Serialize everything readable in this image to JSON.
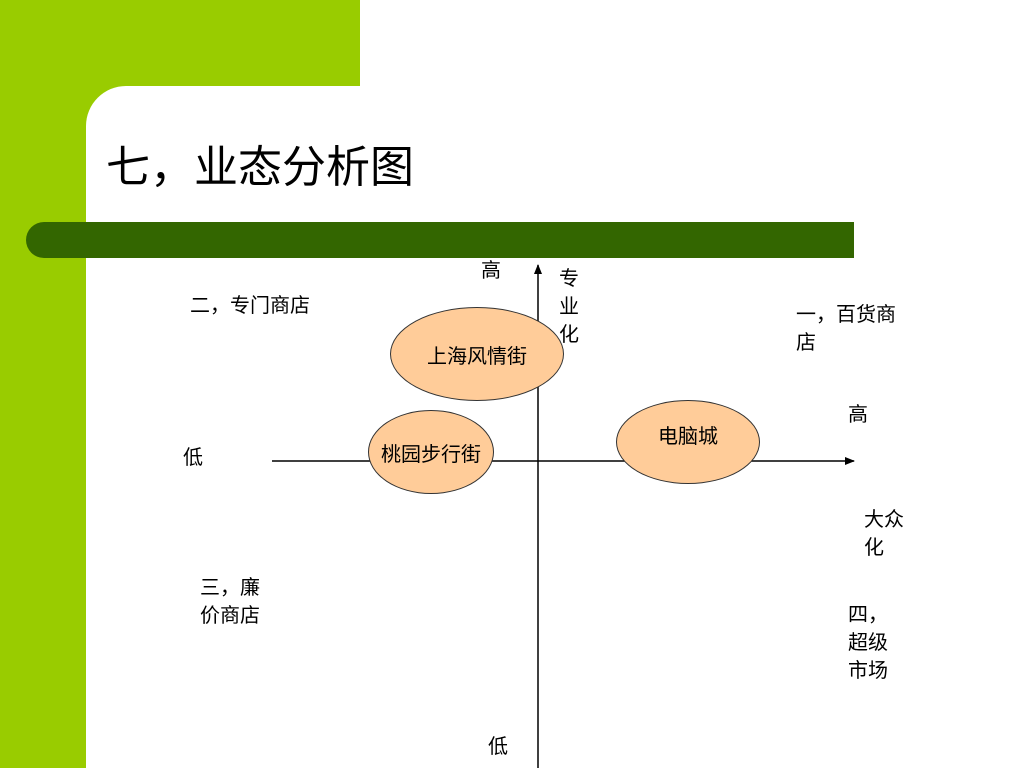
{
  "slide": {
    "title": "七，业态分析图"
  },
  "colors": {
    "accent_green": "#99cc00",
    "bar_green": "#336600",
    "ellipse_fill": "#ffcc99"
  },
  "diagram": {
    "vertical_axis": {
      "top_label": "高",
      "bottom_label": "低",
      "name": "专业化"
    },
    "horizontal_axis": {
      "left_label": "低",
      "right_label": "高",
      "name": "大众化"
    },
    "quadrants": {
      "q1": "一，百货商店",
      "q2": "二，专门商店",
      "q3": "三，廉价商店",
      "q4": "四，超级市场"
    },
    "nodes": [
      {
        "label": "上海风情街"
      },
      {
        "label": "桃园步行街"
      },
      {
        "label": "电脑城"
      }
    ]
  }
}
